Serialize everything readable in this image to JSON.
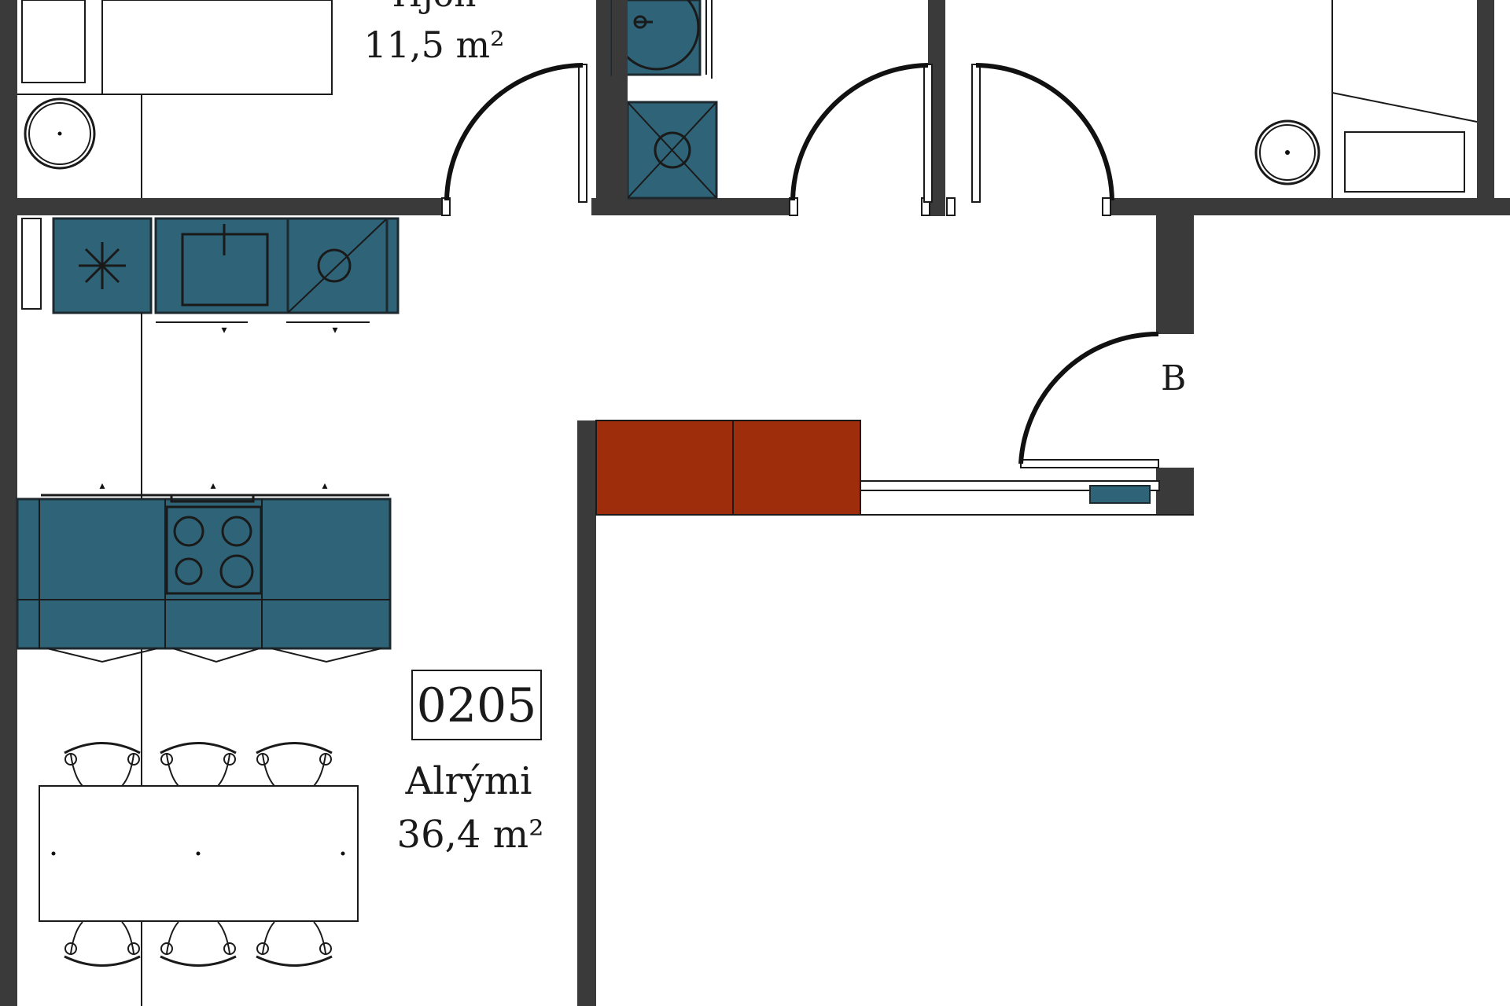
{
  "colors": {
    "cabinet": "#2f6377",
    "wall": "#3a3a3a",
    "storage": "#9e2e0b"
  },
  "rooms": {
    "bedroom_partial": {
      "label": "Hjón",
      "area": "11,5 m²"
    },
    "living": {
      "unit_number": "0205",
      "label": "Alrými",
      "area": "36,4 m²"
    },
    "entrance_partial": {
      "label": "B"
    }
  }
}
